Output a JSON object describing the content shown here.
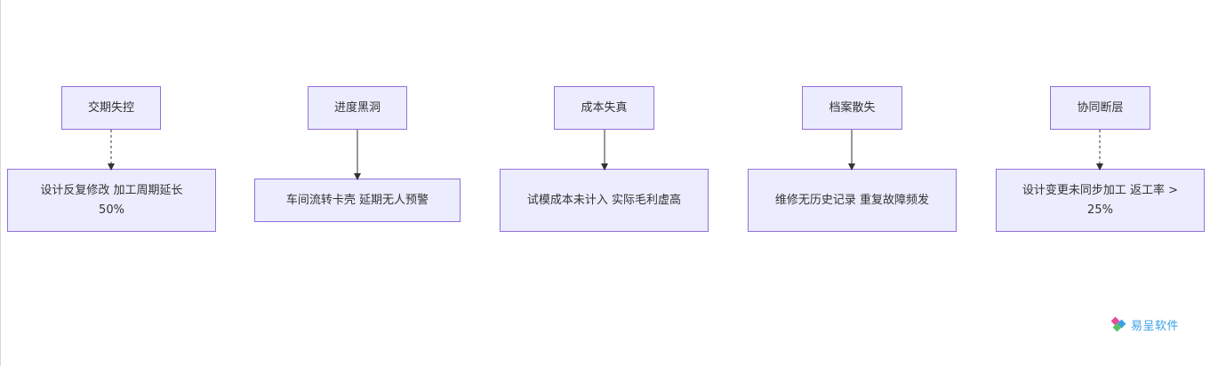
{
  "diagram": {
    "columns": [
      {
        "top_label": "交期失控",
        "bottom_label": "设计反复修改 加工周期延长 50%"
      },
      {
        "top_label": "进度黑洞",
        "bottom_label": "车间流转卡壳 延期无人预警"
      },
      {
        "top_label": "成本失真",
        "bottom_label": "试模成本未计入 实际毛利虚高"
      },
      {
        "top_label": "档案散失",
        "bottom_label": "维修无历史记录 重复故障频发"
      },
      {
        "top_label": "协同断层",
        "bottom_label": "设计变更未同步加工 返工率 > 25%"
      }
    ]
  },
  "watermark": {
    "text": "易呈软件",
    "icon": "brand-logo-icon"
  },
  "colors": {
    "node_fill": "#ECECFF",
    "node_border": "#9370DB",
    "edge": "#333333",
    "watermark": "#3aa0e8"
  }
}
